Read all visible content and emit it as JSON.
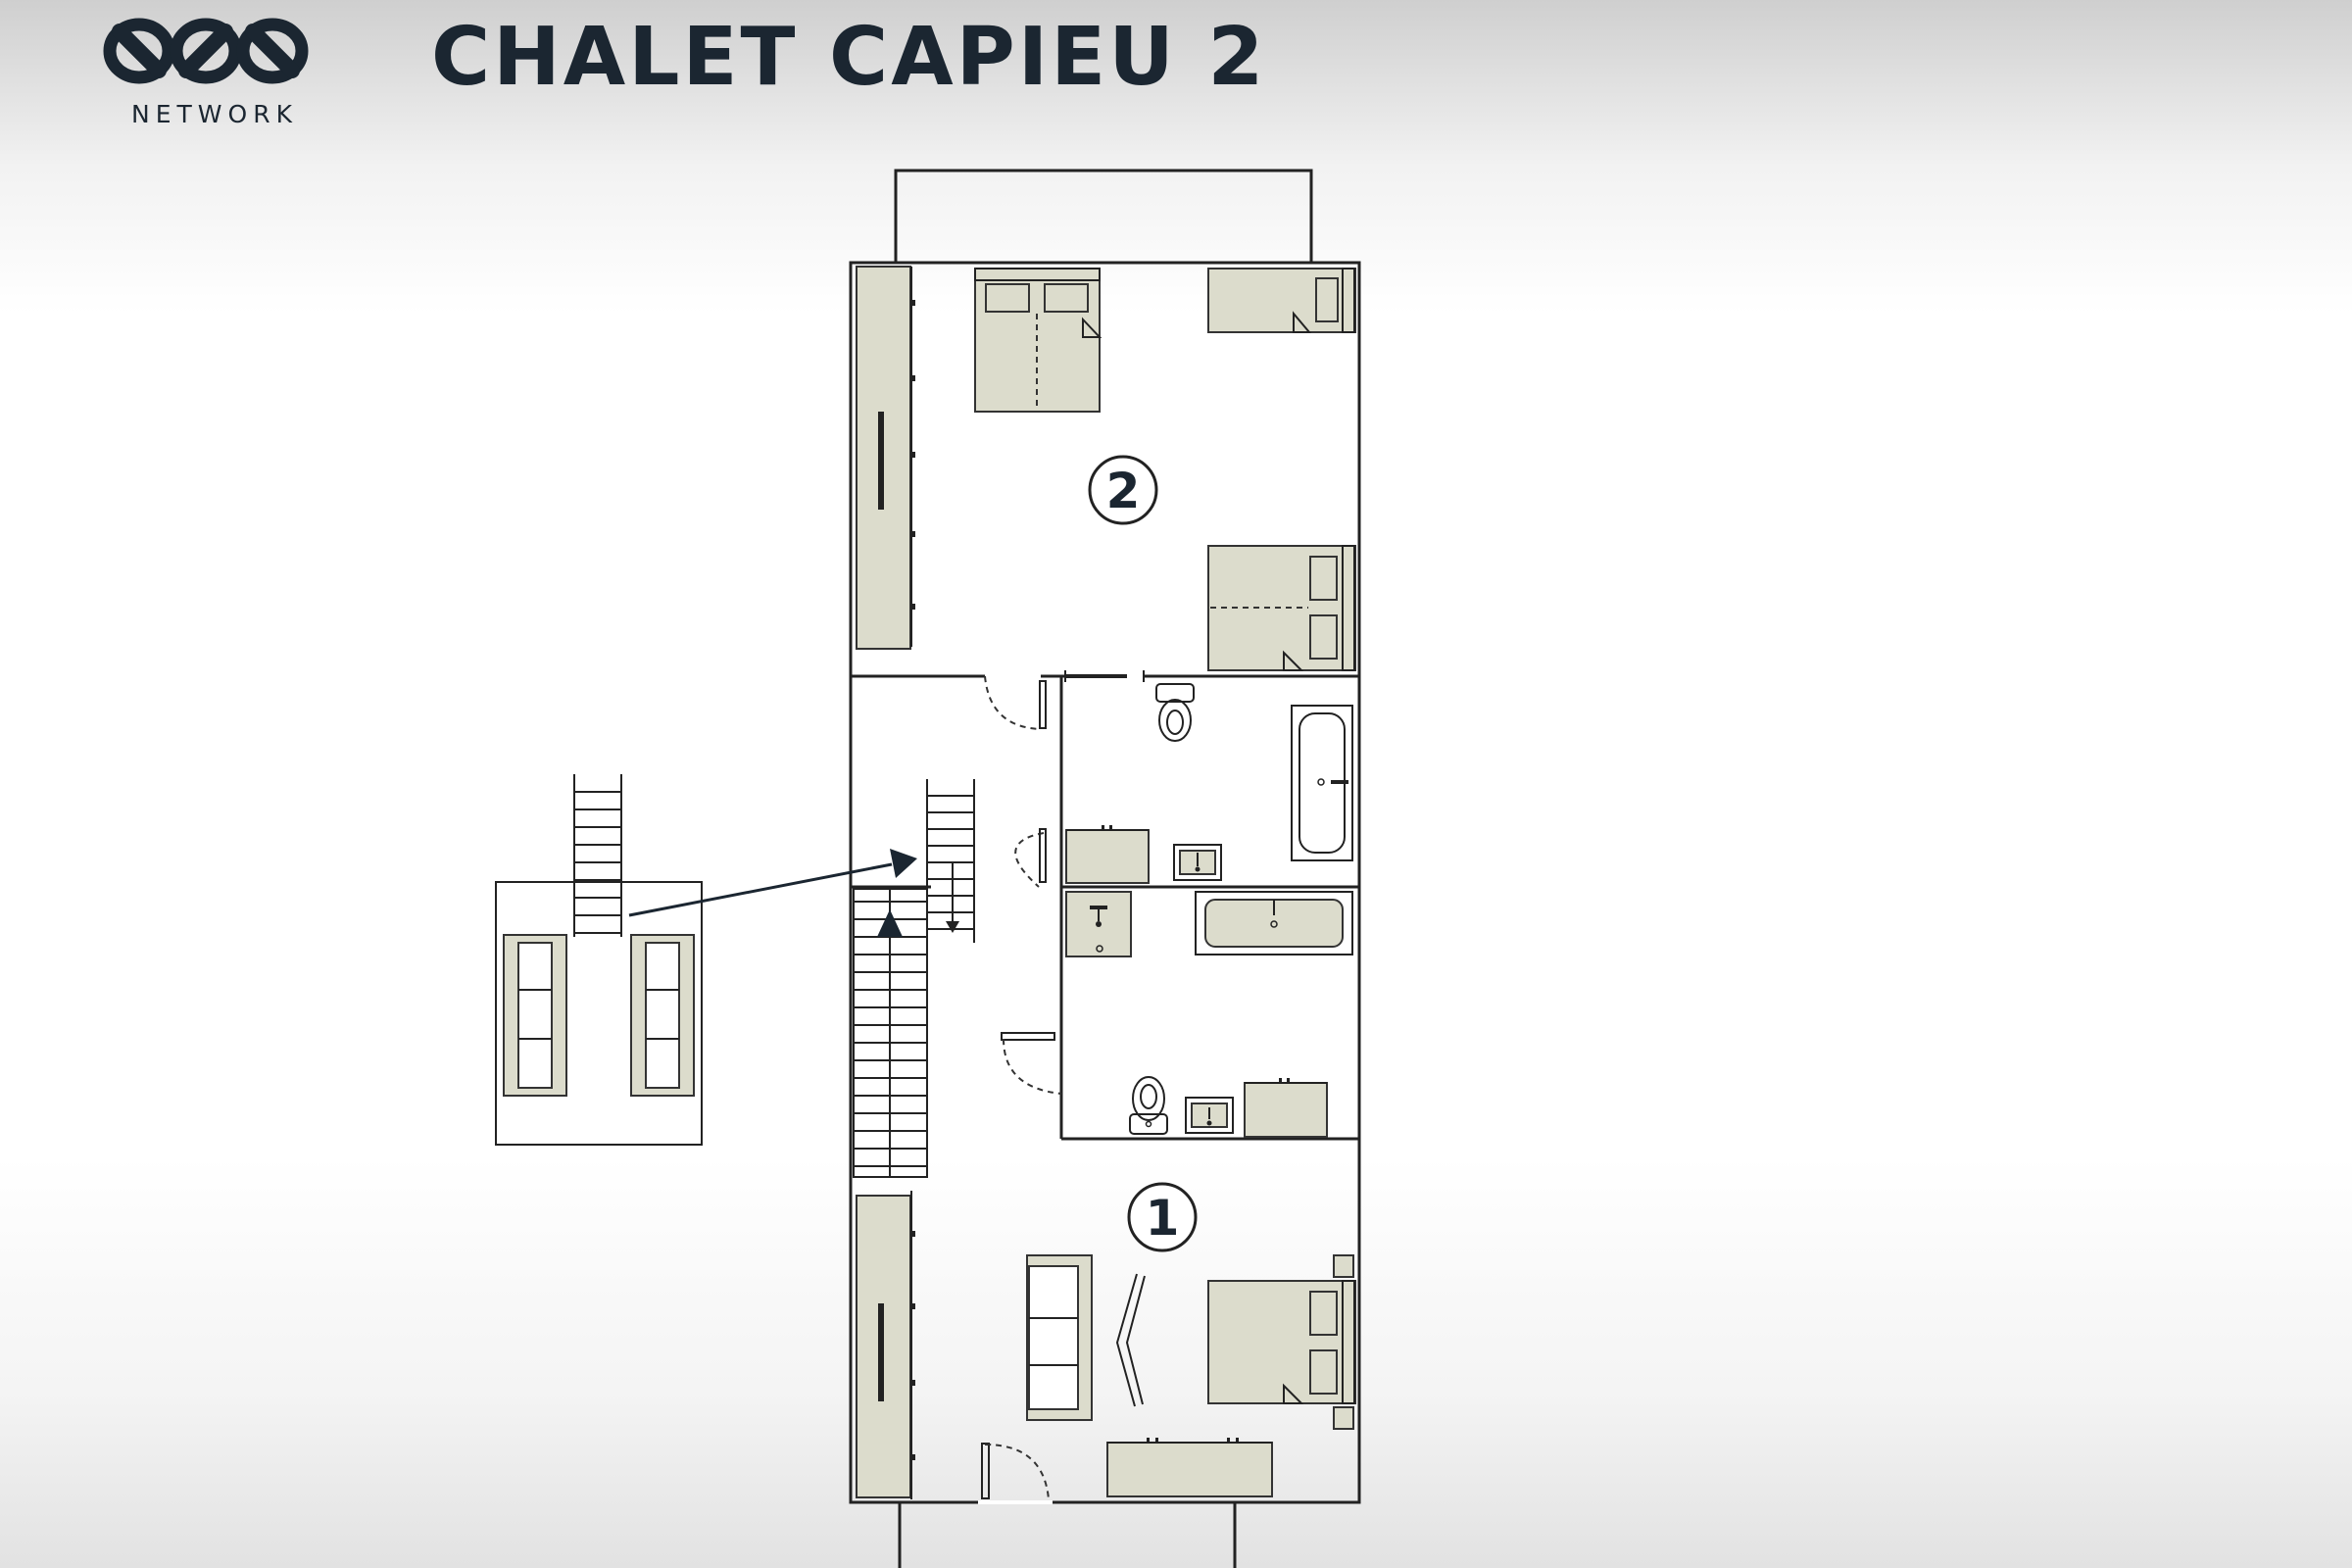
{
  "header": {
    "title": "CHALET CAPIEU 2",
    "logo_text": "NETWORK"
  },
  "floorplan": {
    "room_labels": [
      "2",
      "1"
    ]
  },
  "colors": {
    "ink": "#1b2631",
    "furniture_fill": "#dcdccc",
    "wall": "#222222"
  }
}
